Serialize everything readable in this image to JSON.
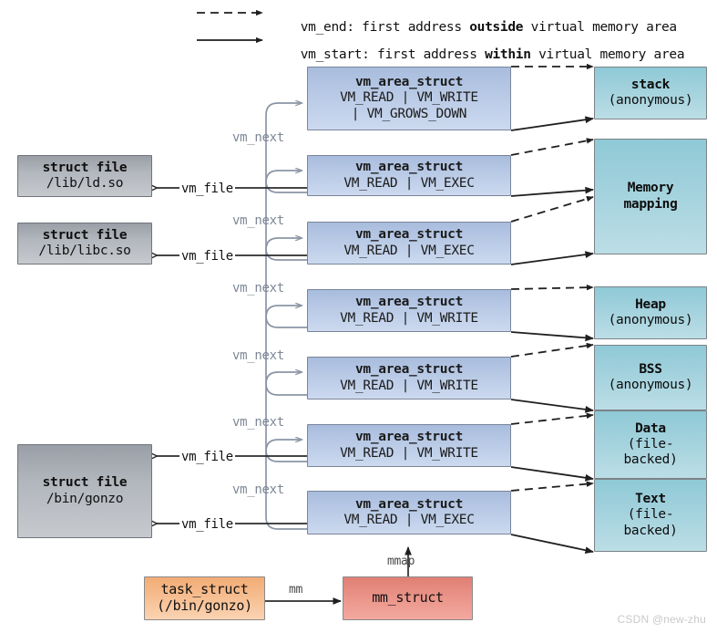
{
  "legend": {
    "dashed": {
      "prefix": "vm_end: first address ",
      "emphasis": "outside",
      "suffix": " virtual memory area"
    },
    "solid": {
      "prefix": "vm_start: first address ",
      "emphasis": "within",
      "suffix": " virtual memory area"
    }
  },
  "vm_areas": [
    {
      "title": "vm_area_struct",
      "flags1": "VM_READ | VM_WRITE",
      "flags2": "| VM_GROWS_DOWN"
    },
    {
      "title": "vm_area_struct",
      "flags1": "VM_READ | VM_EXEC",
      "flags2": ""
    },
    {
      "title": "vm_area_struct",
      "flags1": "VM_READ | VM_EXEC",
      "flags2": ""
    },
    {
      "title": "vm_area_struct",
      "flags1": "VM_READ | VM_WRITE",
      "flags2": ""
    },
    {
      "title": "vm_area_struct",
      "flags1": "VM_READ | VM_WRITE",
      "flags2": ""
    },
    {
      "title": "vm_area_struct",
      "flags1": "VM_READ | VM_WRITE",
      "flags2": ""
    },
    {
      "title": "vm_area_struct",
      "flags1": "VM_READ | VM_EXEC",
      "flags2": ""
    }
  ],
  "files": [
    {
      "title": "struct file",
      "path": "/lib/ld.so"
    },
    {
      "title": "struct file",
      "path": "/lib/libc.so"
    },
    {
      "title": "struct file",
      "path": "/bin/gonzo"
    }
  ],
  "regions": [
    {
      "title": "stack",
      "sub1": "(anonymous)",
      "sub2": ""
    },
    {
      "title": "Memory",
      "sub1": "mapping",
      "sub2": ""
    },
    {
      "title": "Heap",
      "sub1": "(anonymous)",
      "sub2": ""
    },
    {
      "title": "BSS",
      "sub1": "(anonymous)",
      "sub2": ""
    },
    {
      "title": "Data",
      "sub1": "(file-",
      "sub2": "backed)"
    },
    {
      "title": "Text",
      "sub1": "(file-",
      "sub2": "backed)"
    }
  ],
  "task": {
    "line1": "task_struct",
    "line2": "(/bin/gonzo)"
  },
  "mm": {
    "line1": "mm_struct"
  },
  "edge_labels": {
    "vm_next": "vm_next",
    "vm_file": "vm_file",
    "mm": "mm",
    "mmap": "mmap"
  },
  "vm_next_labels": [
    "vm_next",
    "vm_next",
    "vm_next",
    "vm_next",
    "vm_next",
    "vm_next"
  ],
  "vm_file_labels": [
    "vm_file",
    "vm_file",
    "vm_file",
    "vm_file"
  ],
  "watermark": "CSDN @new-zhu",
  "colors": {
    "vma_fill": "#b9cae6",
    "file_fill": "#b2b6bd",
    "region_fill": "#a5d3de",
    "task_fill": "#f7c196",
    "mm_fill": "#eb958a",
    "arrow": "#2b2b2b",
    "vm_next_arrow": "#8b95a5",
    "watermark": "#c9c9c9"
  }
}
